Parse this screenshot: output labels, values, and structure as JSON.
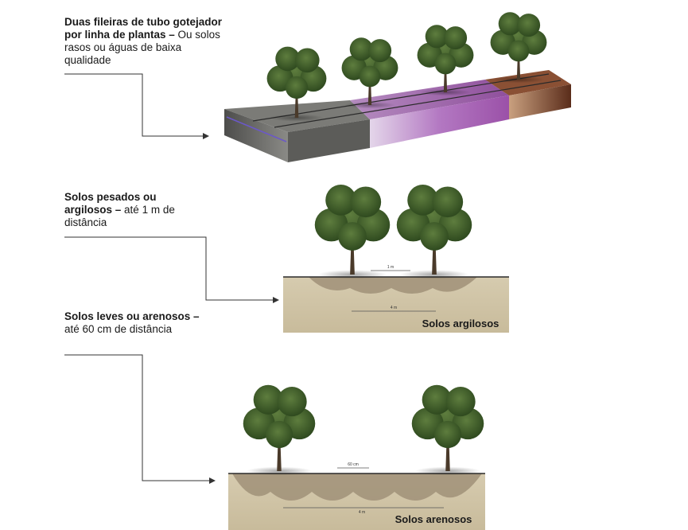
{
  "captions": {
    "double_row": {
      "bold": "Duas fileiras de tubo gotejador por linha de plantas –",
      "normal": "Ou solos rasos ou águas de baixa qualidade"
    },
    "heavy_soil": {
      "bold": "Solos pesados ou argilosos –",
      "normal": "até 1 m de distância"
    },
    "light_soil": {
      "bold": "Solos leves ou arenosos –",
      "normal": "até 60 cm de distância"
    }
  },
  "panels": {
    "clay": {
      "label": "Solos argilosos",
      "spacing_small": "1 m",
      "spacing_large": "4 m"
    },
    "sandy": {
      "label": "Solos arenosos",
      "spacing_small": "60 cm",
      "spacing_large": "4 m"
    }
  },
  "colors": {
    "soil_grey": "#6b6b68",
    "soil_purple": "#9b5aa6",
    "soil_brown": "#6e3b26",
    "soil_tan": "#cfc3a5",
    "wet_bulb": "#9a8a74",
    "foliage": "#3f5a2a",
    "arrow": "#333333"
  }
}
